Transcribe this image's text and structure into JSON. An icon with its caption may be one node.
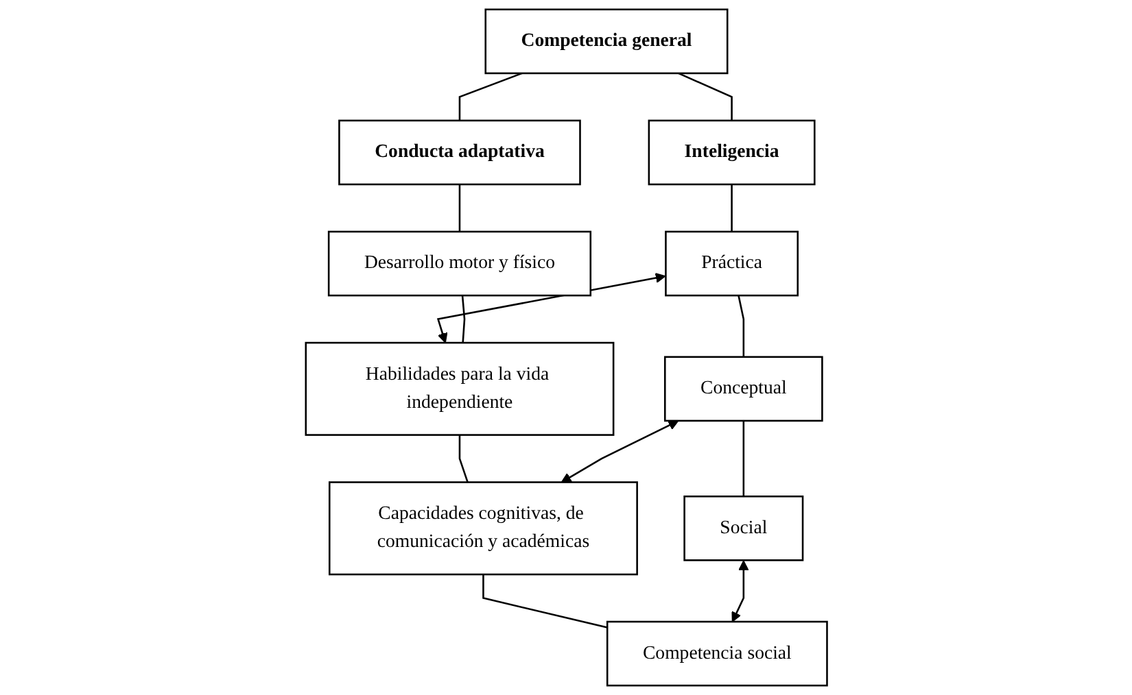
{
  "diagram": {
    "nodes": [
      {
        "text": [
          "Competencia general"
        ]
      },
      {
        "text": [
          "Inteligencia"
        ]
      },
      {
        "text": [
          "Conducta adaptativa"
        ]
      },
      {
        "text": [
          "Desarrollo motor y físico"
        ]
      },
      {
        "text": [
          "Práctica"
        ]
      },
      {
        "text": [
          "Habilidades para la vida independiente"
        ]
      },
      {
        "text": [
          "Conceptual"
        ]
      },
      {
        "text": [
          "Capacidades cognitivas, de comunicación y académicas"
        ]
      },
      {
        "text": [
          "Social"
        ]
      },
      {
        "text": [
          "Competencia social"
        ]
      }
    ],
    "edges": [
      {
        "from": 0,
        "to": 1,
        "arrow": "none"
      },
      {
        "from": 0,
        "to": 2,
        "arrow": "none"
      },
      {
        "from": 1,
        "to": 4,
        "arrow": "none"
      },
      {
        "from": 2,
        "to": 3,
        "arrow": "none"
      },
      {
        "from": 4,
        "to": 5,
        "arrow": "both"
      },
      {
        "from": 3,
        "to": 5,
        "arrow": "none"
      },
      {
        "from": 4,
        "to": 6,
        "arrow": "none"
      },
      {
        "from": 5,
        "to": 7,
        "arrow": "none"
      },
      {
        "from": 6,
        "to": 7,
        "arrow": "both"
      },
      {
        "from": 6,
        "to": 8,
        "arrow": "none"
      },
      {
        "from": 7,
        "to": 9,
        "arrow": "none"
      },
      {
        "from": 8,
        "to": 9,
        "arrow": "both"
      }
    ]
  }
}
